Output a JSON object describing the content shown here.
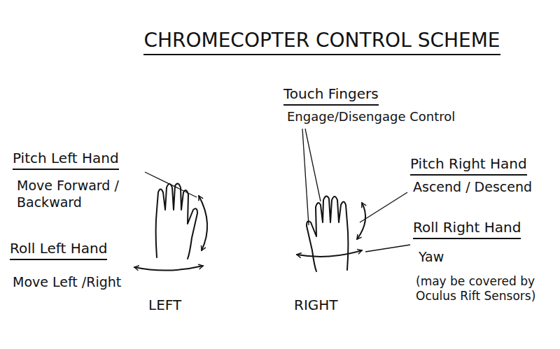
{
  "diagram": {
    "title": "CHROMECOPTER CONTROL SCHEME",
    "labels": [
      "Touch Fingers",
      "Engage/Disengage Control",
      "Pitch Left Hand",
      "Move Forward / Backward",
      "Roll Left Hand",
      "Move Left /Right",
      "LEFT",
      "Pitch Right Hand",
      "Ascend / Descend",
      "Roll Right Hand",
      "Yaw",
      "(may be covered by Oculus Rift Sensors)",
      "RIGHT"
    ]
  }
}
